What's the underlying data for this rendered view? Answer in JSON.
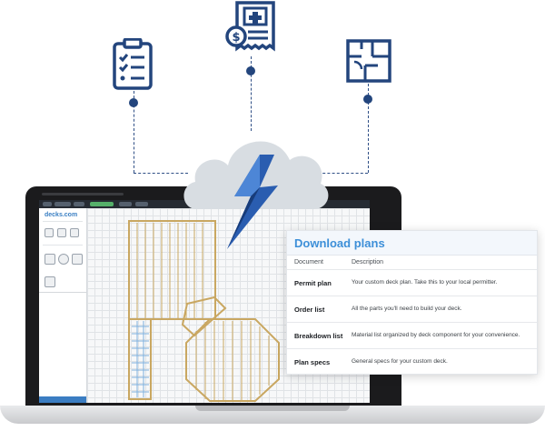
{
  "icons": {
    "checklist": "clipboard-checklist-icon",
    "invoice": "medical-invoice-icon",
    "floorplan": "floor-plan-icon",
    "bolt": "lightning-bolt-icon"
  },
  "colors": {
    "navy": "#23457d",
    "panel_title": "#3d8fd8",
    "cloud": "#d5dbe1"
  },
  "app": {
    "logo": "decks.com"
  },
  "panel": {
    "title": "Download plans",
    "col_document": "Document",
    "col_description": "Description",
    "rows": [
      {
        "document": "Permit plan",
        "description": "Your custom deck plan. Take this to your local permitter."
      },
      {
        "document": "Order list",
        "description": "All the parts you'll need to build your deck."
      },
      {
        "document": "Breakdown list",
        "description": "Material list organized by deck component for your convenience."
      },
      {
        "document": "Plan specs",
        "description": "General specs for your custom deck."
      }
    ]
  }
}
